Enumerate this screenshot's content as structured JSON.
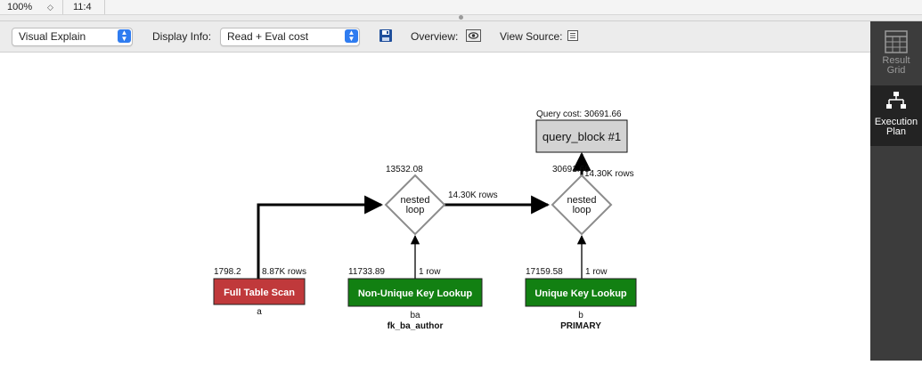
{
  "status_bar": {
    "zoom": "100%",
    "cursor_position": "11:4"
  },
  "toolbar": {
    "view_mode": "Visual Explain",
    "display_info_label": "Display Info:",
    "display_info_value": "Read + Eval cost",
    "overview_label": "Overview:",
    "view_source_label": "View Source:"
  },
  "side_panel": {
    "result_grid_line1": "Result",
    "result_grid_line2": "Grid",
    "execution_plan_line1": "Execution",
    "execution_plan_line2": "Plan"
  },
  "plan": {
    "query_cost_label": "Query cost: 30691.66",
    "query_block": "query_block #1",
    "nested_loop_1": {
      "cost": "13532.08",
      "line1": "nested",
      "line2": "loop",
      "rows": "14.30K rows"
    },
    "nested_loop_2": {
      "cost": "30691.66",
      "line1": "nested",
      "line2": "loop",
      "rows": "14.30K rows"
    },
    "full_table_scan": {
      "cost": "1798.2",
      "rows": "8.87K rows",
      "label": "Full Table Scan",
      "table": "a"
    },
    "non_unique_lookup": {
      "cost": "11733.89",
      "rows": "1 row",
      "label": "Non-Unique Key Lookup",
      "table": "ba",
      "key": "fk_ba_author"
    },
    "unique_lookup": {
      "cost": "17159.58",
      "rows": "1 row",
      "label": "Unique Key Lookup",
      "table": "b",
      "key": "PRIMARY"
    }
  },
  "colors": {
    "full_scan": "#c0393b",
    "key_lookup": "#128012",
    "query_block": "#d3d3d3",
    "diamond_stroke": "#8c8c8c"
  }
}
